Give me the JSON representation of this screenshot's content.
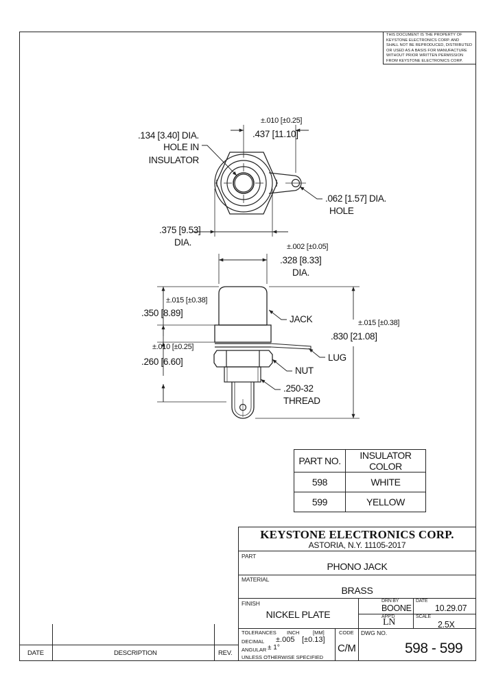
{
  "notice": {
    "line1": "THIS DOCUMENT IS THE PROPERTY OF",
    "line2": "KEYSTONE ELECTRONICS CORP. AND",
    "line3": "SHALL NOT BE REPRODUCED, DISTRIBUTED",
    "line4": "OR USED AS A BASIS FOR MANUFACTURE",
    "line5": "WITHOUT PRIOR WRITTEN PERMISSION",
    "line6": "FROM KEYSTONE ELECTRONICS CORP."
  },
  "top_view": {
    "hole_dia_1": ".134 [3.40] DIA.",
    "hole_dia_2": "HOLE IN",
    "hole_dia_3": "INSULATOR",
    "tol_437": "±.010 [±0.25]",
    "dim_437": ".437 [11.10]",
    "lug_hole_1": ".062 [1.57] DIA.",
    "lug_hole_2": "HOLE",
    "dim_375_1": ".375 [9.53]",
    "dim_375_2": "DIA."
  },
  "side_view": {
    "tol_328": "±.002 [±0.05]",
    "dim_328_1": ".328 [8.33]",
    "dim_328_2": "DIA.",
    "tol_350": "±.015 [±0.38]",
    "dim_350": ".350 [8.89]",
    "tol_260": "±.010 [±0.25]",
    "dim_260": ".260 [6.60]",
    "tol_830": "±.015 [±0.38]",
    "dim_830": ".830 [21.08]",
    "label_jack": "JACK",
    "label_lug": "LUG",
    "label_nut": "NUT",
    "thread_1": ".250-32",
    "thread_2": "THREAD"
  },
  "parts_table": {
    "headers": [
      "PART NO.",
      "INSULATOR COLOR"
    ],
    "rows": [
      [
        "598",
        "WHITE"
      ],
      [
        "599",
        "YELLOW"
      ]
    ]
  },
  "title_block": {
    "company": "KEYSTONE ELECTRONICS CORP.",
    "address": "ASTORIA, N.Y. 11105-2017",
    "part_label": "PART",
    "part_value": "PHONO JACK",
    "material_label": "MATERIAL",
    "material_value": "BRASS",
    "finish_label": "FINISH",
    "finish_value": "NICKEL PLATE",
    "drawn_by_label": "DRN BY",
    "drawn_by_value": "BOONE",
    "date_label": "DATE",
    "date_value": "10.29.07",
    "approved_label": "APP'D",
    "approved_value": "LN",
    "scale_label": "SCALE",
    "scale_value": "2.5X",
    "tolerances_label": "TOLERANCES",
    "inch_label": "INCH",
    "mm_label": "[MM]",
    "decimal_label": "DECIMAL",
    "decimal_inch": "±.005",
    "decimal_mm": "[±0.13]",
    "angular_label": "ANGULAR",
    "angular_value": "± 1°",
    "unless_label": "UNLESS OTHERWISE SPECIFIED",
    "code_label": "CODE",
    "code_value": "C/M",
    "dwg_label": "DWG NO.",
    "dwg_value": "598 - 599"
  },
  "revision_block": {
    "date_label": "DATE",
    "description_label": "DESCRIPTION",
    "rev_label": "REV."
  }
}
